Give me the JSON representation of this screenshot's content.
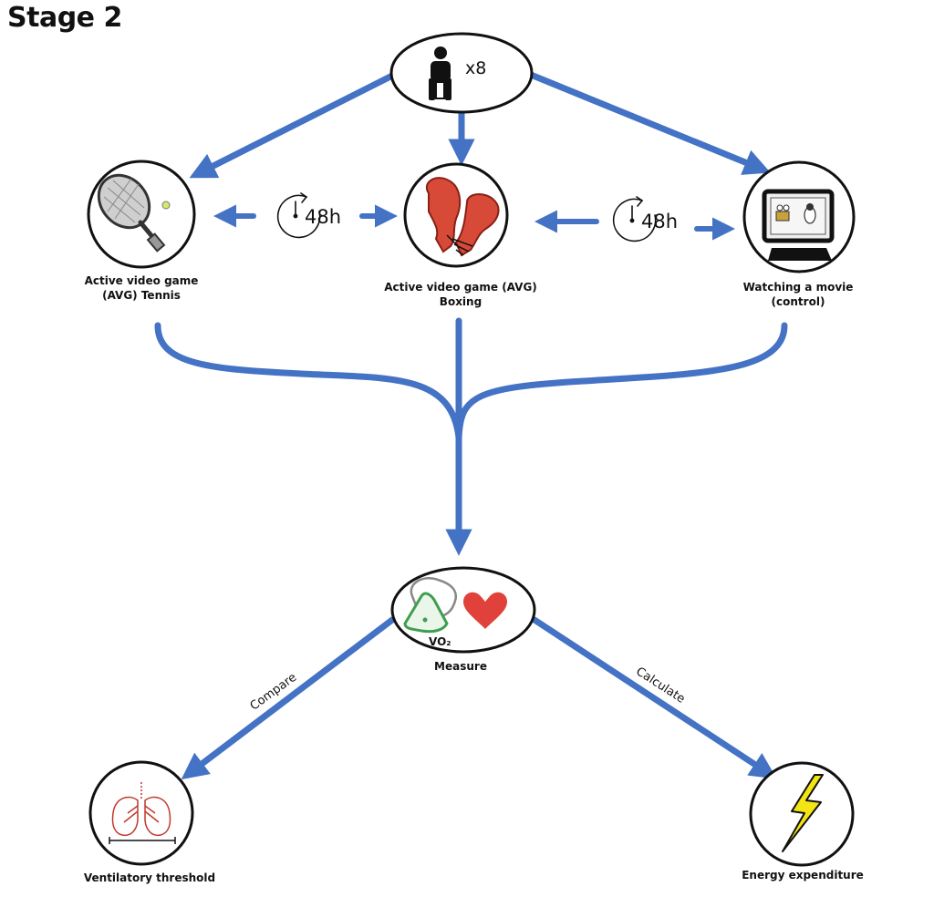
{
  "title": "Stage 2",
  "participants": {
    "count_label": "x8",
    "icon": "wheelchair-user-icon"
  },
  "conditions": [
    {
      "label": "Active video game\n(AVG) Tennis",
      "icon": "tennis-racket-icon"
    },
    {
      "label": "Active video game (AVG)\nBoxing",
      "icon": "boxing-gloves-icon"
    },
    {
      "label": "Watching a movie\n(control)",
      "icon": "movie-screen-icon"
    }
  ],
  "washout": [
    {
      "label": "48h",
      "icon": "clock-icon"
    },
    {
      "label": "48h",
      "icon": "clock-icon"
    }
  ],
  "measure": {
    "label": "Measure",
    "vo2_label": "VO₂",
    "icons": [
      "vo2-mask-icon",
      "heart-icon"
    ]
  },
  "edges": {
    "left_label": "Compare",
    "right_label": "Calculate"
  },
  "outcomes": [
    {
      "label": "Ventilatory threshold",
      "icon": "lungs-icon"
    },
    {
      "label": "Energy expenditure",
      "icon": "lightning-bolt-icon"
    }
  ],
  "colors": {
    "arrow": "#4472C4",
    "heart": "#E0413A",
    "bolt": "#F2E415",
    "mask": "#3E9E4E",
    "lungs": "#C0392B"
  }
}
